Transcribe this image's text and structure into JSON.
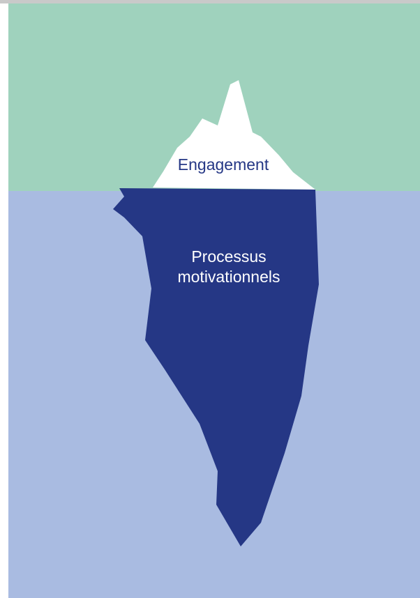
{
  "diagram": {
    "above_label": "Engagement",
    "below_label_lines": [
      "Processus",
      "motivationnels"
    ]
  },
  "colors": {
    "sky": "#9fd2bd",
    "water": "#a9bbe1",
    "ice_above": "#ffffff",
    "ice_below": "#253785",
    "text_above": "#253785",
    "text_below": "#ffffff"
  }
}
